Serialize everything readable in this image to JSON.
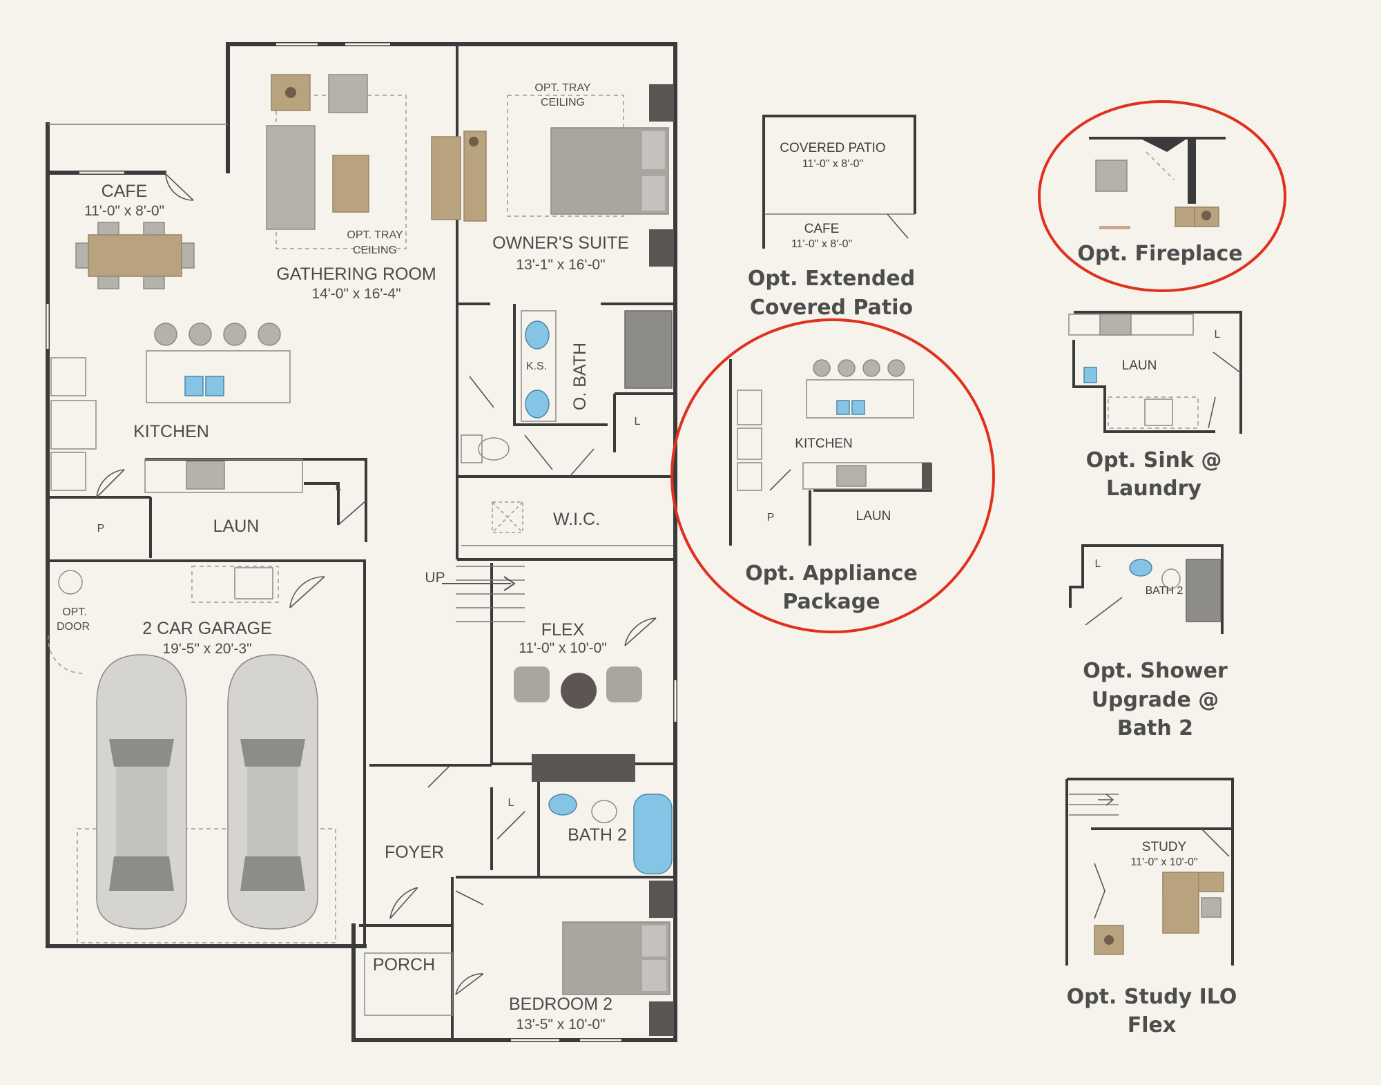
{
  "floorplan": {
    "rooms": {
      "cafe": {
        "name": "CAFE",
        "dims": "11'-0\" x 8'-0\""
      },
      "gathering": {
        "name": "GATHERING ROOM",
        "dims": "14'-0\" x 16'-4\"",
        "tray": [
          "OPT. TRAY",
          "CEILING"
        ]
      },
      "owners": {
        "name": "OWNER'S SUITE",
        "dims": "13'-1\" x 16'-0\"",
        "tray": [
          "OPT. TRAY",
          "CEILING"
        ]
      },
      "kitchen": {
        "name": "KITCHEN"
      },
      "obath": {
        "name": "O. BATH",
        "ks": "K.S."
      },
      "wic": {
        "name": "W.I.C."
      },
      "laun": {
        "name": "LAUN"
      },
      "pantry": {
        "name": "P"
      },
      "linen": {
        "name": "L"
      },
      "garage": {
        "name": "2 CAR GARAGE",
        "dims": "19'-5\" x 20'-3\"",
        "opt_door": [
          "OPT.",
          "DOOR"
        ]
      },
      "up": {
        "name": "UP"
      },
      "flex": {
        "name": "FLEX",
        "dims": "11'-0\" x 10'-0\""
      },
      "foyer": {
        "name": "FOYER"
      },
      "bath2": {
        "name": "BATH 2"
      },
      "porch": {
        "name": "PORCH"
      },
      "bedroom2": {
        "name": "BEDROOM 2",
        "dims": "13'-5\" x 10'-0\""
      }
    }
  },
  "options": {
    "patio": {
      "room": "COVERED PATIO",
      "dims": "11'-0\" x 8'-0\"",
      "cafe": "CAFE",
      "cafe_dims": "11'-0\" x 8'-0\"",
      "caption": [
        "Opt. Extended",
        "Covered Patio"
      ]
    },
    "fireplace": {
      "caption": [
        "Opt. Fireplace"
      ],
      "highlighted": true
    },
    "appliance": {
      "kitchen": "KITCHEN",
      "laun": "LAUN",
      "pantry": "P",
      "caption": [
        "Opt. Appliance",
        "Package"
      ],
      "highlighted": true
    },
    "sink": {
      "laun": "LAUN",
      "linen": "L",
      "caption": [
        "Opt. Sink @",
        "Laundry"
      ]
    },
    "shower": {
      "bath": "BATH 2",
      "linen": "L",
      "caption": [
        "Opt. Shower",
        "Upgrade @",
        "Bath 2"
      ]
    },
    "study": {
      "room": "STUDY",
      "dims": "11'-0\" x 10'-0\"",
      "caption": [
        "Opt. Study ILO",
        "Flex"
      ]
    }
  },
  "colors": {
    "highlight": "#e0301e",
    "background": "#f5f3ec",
    "wall": "#3a3a3a"
  }
}
